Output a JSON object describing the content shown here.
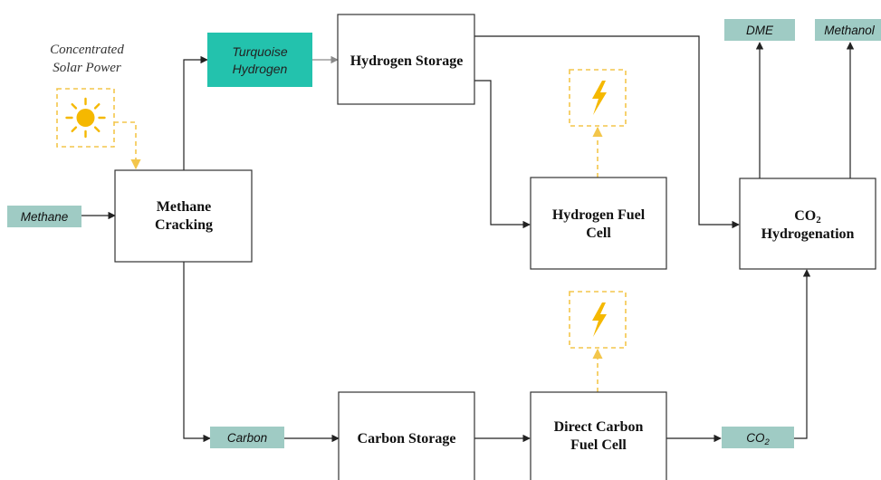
{
  "diagram": {
    "solar": {
      "line1": "Concentrated",
      "line2": "Solar Power"
    },
    "methane": "Methane",
    "methane_cracking": {
      "line1": "Methane",
      "line2": "Cracking"
    },
    "turquoise_hydrogen": {
      "line1": "Turquoise",
      "line2": "Hydrogen"
    },
    "hydrogen_storage": "Hydrogen Storage",
    "hydrogen_fuel_cell": {
      "line1": "Hydrogen Fuel",
      "line2": "Cell"
    },
    "co2_hydrogenation": {
      "co": "CO",
      "sub": "2",
      "line2": "Hydrogenation"
    },
    "dme": "DME",
    "methanol": "Methanol",
    "carbon": "Carbon",
    "carbon_storage": "Carbon Storage",
    "direct_carbon_fuel_cell": {
      "line1": "Direct Carbon",
      "line2": "Fuel Cell"
    },
    "co2_output": {
      "co": "CO",
      "sub": "2"
    }
  },
  "colors": {
    "tag_fill": "#9fcbc4",
    "turquoise_fill": "#23c2ad",
    "solar_yellow": "#f5b800",
    "dashed_yellow": "#f3c64b",
    "line": "#222222"
  },
  "icons": {
    "solar": "sun-icon",
    "electricity": "lightning-bolt-icon"
  }
}
